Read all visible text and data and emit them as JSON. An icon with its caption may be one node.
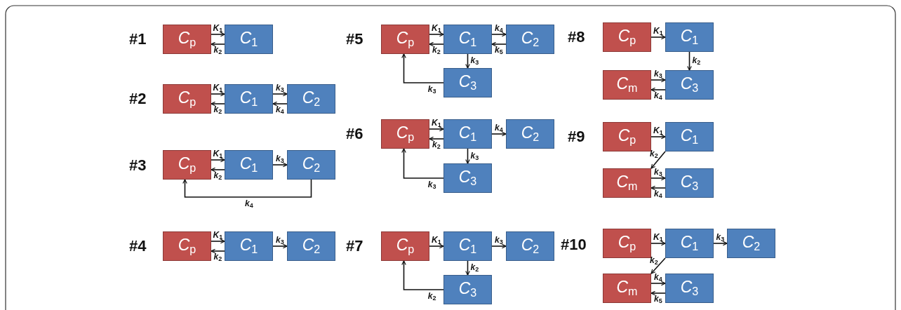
{
  "diagram": {
    "nodes": [
      {
        "text": [
          "*C*$_{p}$"
        ]
      },
      {
        "text": [
          "*C*$_{1}$"
        ]
      },
      {
        "text": [
          "*C*$_{p}$"
        ]
      },
      {
        "text": [
          "*C*$_{1}$"
        ]
      },
      {
        "text": [
          "*C*$_{2}$"
        ]
      },
      {
        "text": [
          "*C*$_{p}$"
        ]
      },
      {
        "text": [
          "*C*$_{1}$"
        ]
      },
      {
        "text": [
          "*C*$_{2}$"
        ]
      },
      {
        "text": [
          "*C*$_{p}$"
        ]
      },
      {
        "text": [
          "*C*$_{1}$"
        ]
      },
      {
        "text": [
          "*C*$_{2}$"
        ]
      },
      {
        "text": [
          "*C*$_{p}$"
        ]
      },
      {
        "text": [
          "*C*$_{1}$"
        ]
      },
      {
        "text": [
          "*C*$_{2}$"
        ]
      },
      {
        "text": [
          "*C*$_{3}$"
        ]
      },
      {
        "text": [
          "*C*$_{p}$"
        ]
      },
      {
        "text": [
          "*C*$_{1}$"
        ]
      },
      {
        "text": [
          "*C*$_{2}$"
        ]
      },
      {
        "text": [
          "*C*$_{3}$"
        ]
      },
      {
        "text": [
          "*C*$_{p}$"
        ]
      },
      {
        "text": [
          "*C*$_{1}$"
        ]
      },
      {
        "text": [
          "*C*$_{2}$"
        ]
      },
      {
        "text": [
          "*C*$_{3}$"
        ]
      },
      {
        "text": [
          "*C*$_{p}$"
        ]
      },
      {
        "text": [
          "*C*$_{1}$"
        ]
      },
      {
        "text": [
          "*C*$_{m}$"
        ]
      },
      {
        "text": [
          "*C*$_{3}$"
        ]
      },
      {
        "text": [
          "*C*$_{p}$"
        ]
      },
      {
        "text": [
          "*C*$_{1}$"
        ]
      },
      {
        "text": [
          "*C*$_{m}$"
        ]
      },
      {
        "text": [
          "*C*$_{3}$"
        ]
      },
      {
        "text": [
          "*C*$_{p}$"
        ]
      },
      {
        "text": [
          "*C*$_{1}$"
        ]
      },
      {
        "text": [
          "*C*$_{2}$"
        ]
      },
      {
        "text": [
          "*C*$_{m}$"
        ]
      },
      {
        "text": [
          "*C*$_{3}$"
        ]
      }
    ],
    "edges": [
      {
        "from": 0,
        "to": 1,
        "arrow": "to",
        "label": "*K*$_{1}$"
      },
      {
        "from": 1,
        "to": 0,
        "arrow": "to",
        "label": "*k*$_{2}$"
      },
      {
        "from": 2,
        "to": 3,
        "arrow": "to",
        "label": "*K*$_{1}$"
      },
      {
        "from": 3,
        "to": 2,
        "arrow": "to",
        "label": "*k*$_{2}$"
      },
      {
        "from": 3,
        "to": 4,
        "arrow": "to",
        "label": "*k*$_{3}$"
      },
      {
        "from": 4,
        "to": 3,
        "arrow": "to",
        "label": "*k*$_{4}$"
      },
      {
        "from": 5,
        "to": 6,
        "arrow": "to",
        "label": "*K*$_{1}$"
      },
      {
        "from": 6,
        "to": 5,
        "arrow": "to",
        "label": "*k*$_{2}$"
      },
      {
        "from": 6,
        "to": 7,
        "arrow": "to",
        "label": "*k*$_{3}$"
      },
      {
        "from": 7,
        "to": 5,
        "arrow": "to",
        "label": "*k*$_{4}$"
      },
      {
        "from": 8,
        "to": 9,
        "arrow": "to",
        "label": "*K*$_{1}$"
      },
      {
        "from": 9,
        "to": 8,
        "arrow": "to",
        "label": "*k*$_{2}$"
      },
      {
        "from": 9,
        "to": 10,
        "arrow": "to",
        "label": "*k*$_{3}$"
      },
      {
        "from": 11,
        "to": 12,
        "arrow": "to",
        "label": "*K*$_{1}$"
      },
      {
        "from": 12,
        "to": 11,
        "arrow": "to",
        "label": "*k*$_{2}$"
      },
      {
        "from": 12,
        "to": 13,
        "arrow": "to",
        "label": "*k*$_{4}$"
      },
      {
        "from": 13,
        "to": 12,
        "arrow": "to",
        "label": "*k*$_{5}$"
      },
      {
        "from": 12,
        "to": 14,
        "arrow": "to",
        "label": "*k*$_{3}$"
      },
      {
        "from": 14,
        "to": 11,
        "arrow": "to",
        "label": "*k*$_{3}$"
      },
      {
        "from": 15,
        "to": 16,
        "arrow": "to",
        "label": "*K*$_{1}$"
      },
      {
        "from": 16,
        "to": 15,
        "arrow": "to",
        "label": "*k*$_{2}$"
      },
      {
        "from": 16,
        "to": 17,
        "arrow": "to",
        "label": "*k*$_{4}$"
      },
      {
        "from": 16,
        "to": 18,
        "arrow": "to",
        "label": "*k*$_{3}$"
      },
      {
        "from": 18,
        "to": 15,
        "arrow": "to",
        "label": "*k*$_{3}$"
      },
      {
        "from": 19,
        "to": 20,
        "arrow": "to",
        "label": "*K*$_{1}$"
      },
      {
        "from": 20,
        "to": 21,
        "arrow": "to",
        "label": "*k*$_{3}$"
      },
      {
        "from": 20,
        "to": 22,
        "arrow": "to",
        "label": "*k*$_{2}$"
      },
      {
        "from": 22,
        "to": 19,
        "arrow": "to",
        "label": "*k*$_{2}$"
      },
      {
        "from": 23,
        "to": 24,
        "arrow": "to",
        "label": "*K*$_{1}$"
      },
      {
        "from": 24,
        "to": 26,
        "arrow": "to",
        "label": "*k*$_{2}$"
      },
      {
        "from": 25,
        "to": 26,
        "arrow": "to",
        "label": "*k*$_{3}$"
      },
      {
        "from": 26,
        "to": 25,
        "arrow": "to",
        "label": "*k*$_{4}$"
      },
      {
        "from": 27,
        "to": 28,
        "arrow": "to",
        "label": "*K*$_{1}$"
      },
      {
        "from": 28,
        "to": 29,
        "arrow": "to",
        "label": "*k*$_{2}$"
      },
      {
        "from": 29,
        "to": 30,
        "arrow": "to",
        "label": "*k*$_{3}$"
      },
      {
        "from": 30,
        "to": 29,
        "arrow": "to",
        "label": "*k*$_{4}$"
      },
      {
        "from": 31,
        "to": 32,
        "arrow": "to",
        "label": "*K*$_{1}$"
      },
      {
        "from": 32,
        "to": 33,
        "arrow": "to",
        "label": "*k*$_{3}$"
      },
      {
        "from": 32,
        "to": 34,
        "arrow": "to",
        "label": "*k*$_{2}$"
      },
      {
        "from": 34,
        "to": 35,
        "arrow": "to",
        "label": "*k*$_{4}$"
      },
      {
        "from": 35,
        "to": 34,
        "arrow": "to",
        "label": "*k*$_{5}$"
      }
    ],
    "labels": [
      "#1",
      "#5",
      "#8",
      "#2",
      "#6",
      "#9",
      "#3",
      "#4",
      "#7",
      "#10"
    ]
  }
}
